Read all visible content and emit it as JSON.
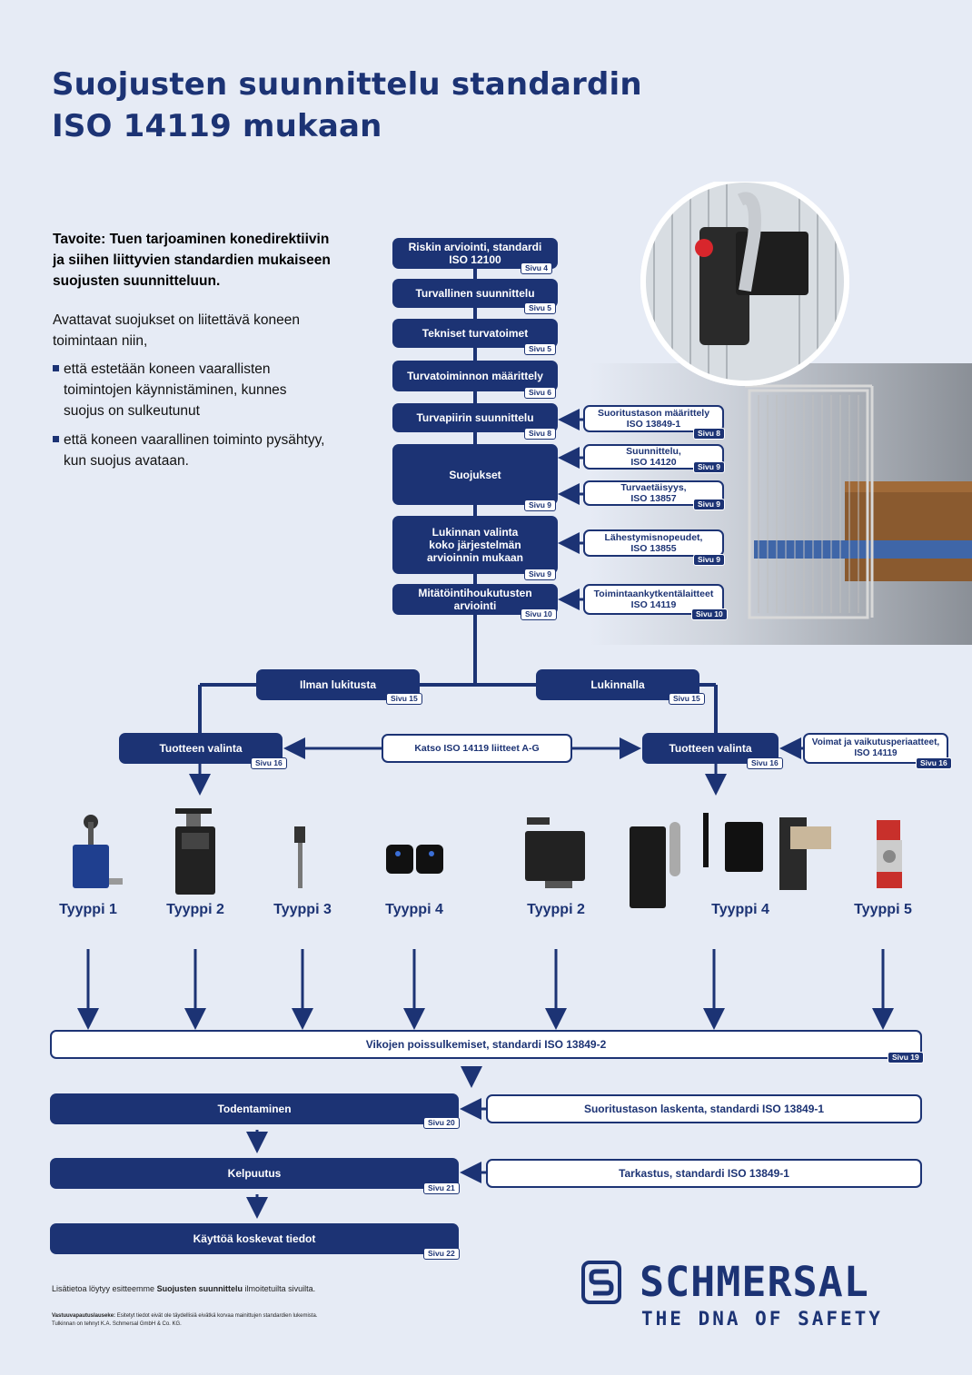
{
  "title_line1": "Suojusten suunnittelu standardin",
  "title_line2": "ISO 14119 mukaan",
  "intro": {
    "goal_line1": "Tavoite: Tuen tarjoaminen konedirektiivin",
    "goal_line2": "ja siihen liittyvien standardien mukaiseen",
    "goal_line3": "suojusten suunnitteluun.",
    "para_line1": "Avattavat suojukset on liitettävä koneen",
    "para_line2": "toimintaan niin,",
    "b1_line1": "että estetään koneen vaarallisten",
    "b1_line2": "toimintojen käynnistäminen, kunnes",
    "b1_line3": "suojus on sulkeutunut",
    "b2_line1": "että koneen vaarallinen toiminto pysähtyy,",
    "b2_line2": "kun suojus avataan."
  },
  "flow": {
    "n1_l1": "Riskin arviointi, standardi",
    "n1_l2": "ISO 12100",
    "n1_p": "Sivu 4",
    "n2": "Turvallinen suunnittelu",
    "n2_p": "Sivu 5",
    "n3": "Tekniset turvatoimet",
    "n3_p": "Sivu 5",
    "n4": "Turvatoiminnon määrittely",
    "n4_p": "Sivu 6",
    "n5": "Turvapiirin suunnittelu",
    "n5_p": "Sivu 8",
    "n6": "Suojukset",
    "n6_p": "Sivu 9",
    "n7_l1": "Lukinnan valinta",
    "n7_l2": "koko järjestelmän",
    "n7_l3": "arvioinnin mukaan",
    "n7_p": "Sivu 9",
    "n8_l1": "Mitätöintihoukutusten",
    "n8_l2": "arviointi",
    "n8_p": "Sivu 10"
  },
  "side": {
    "s1_l1": "Suoritustason määrittely",
    "s1_l2": "ISO 13849-1",
    "s1_p": "Sivu 8",
    "s2_l1": "Suunnittelu,",
    "s2_l2": "ISO 14120",
    "s2_p": "Sivu 9",
    "s3_l1": "Turvaetäisyys,",
    "s3_l2": "ISO 13857",
    "s3_p": "Sivu 9",
    "s4_l1": "Lähestymisnopeudet,",
    "s4_l2": "ISO 13855",
    "s4_p": "Sivu 9",
    "s5_l1": "Toimintaankytkentälaitteet",
    "s5_l2": "ISO 14119",
    "s5_p": "Sivu 10"
  },
  "branch": {
    "left": "Ilman lukitusta",
    "left_p": "Sivu 15",
    "right": "Lukinnalla",
    "right_p": "Sivu 15",
    "sel_left": "Tuotteen valinta",
    "sel_left_p": "Sivu 16",
    "sel_right": "Tuotteen valinta",
    "sel_right_p": "Sivu 16",
    "middle": "Katso ISO 14119 liitteet A-G",
    "forces_l1": "Voimat ja vaikutusperiaatteet,",
    "forces_l2": "ISO 14119",
    "forces_p": "Sivu 16"
  },
  "types": [
    "Tyyppi 1",
    "Tyyppi 2",
    "Tyyppi 3",
    "Tyyppi 4",
    "Tyyppi 2",
    "Tyyppi 4",
    "Tyyppi 5"
  ],
  "bottom": {
    "faults": "Vikojen poissulkemiset, standardi ISO 13849-2",
    "faults_p": "Sivu 19",
    "verify": "Todentaminen",
    "verify_p": "Sivu 20",
    "pl_calc": "Suoritustason laskenta, standardi ISO 13849-1",
    "qualify": "Kelpuutus",
    "qualify_p": "Sivu 21",
    "inspect": "Tarkastus, standardi ISO 13849-1",
    "use": "Käyttöä koskevat tiedot",
    "use_p": "Sivu 22"
  },
  "footer": {
    "more_pre": "Lisätietoa löytyy esitteemme ",
    "more_bold": "Suojusten suunnittelu",
    "more_post": " ilmoitetuilta sivuilta.",
    "disc_label": "Vastuuvapautuslauseke:",
    "disc_text": " Esitetyt tiedot eivät ole täydellisiä eivätkä korvaa mainittujen standardien lukemista.",
    "disc_line2": "Tulkinnan on tehnyt K.A. Schmersal GmbH & Co. KG."
  },
  "brand": {
    "name": "SCHMERSAL",
    "tagline": "THE DNA OF SAFETY"
  },
  "colors": {
    "navy": "#1c3374",
    "background": "#e6ebf5"
  }
}
